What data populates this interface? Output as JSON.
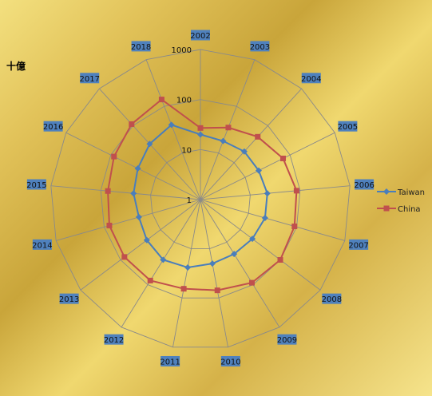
{
  "chart_data": {
    "type": "radar",
    "unit_label": "十億",
    "categories": [
      "2002",
      "2003",
      "2004",
      "2005",
      "2006",
      "2007",
      "2008",
      "2009",
      "2010",
      "2011",
      "2012",
      "2013",
      "2014",
      "2015",
      "2016",
      "2017",
      "2018"
    ],
    "radial_scale": "log",
    "radial_ticks": [
      1,
      10,
      100,
      1000
    ],
    "radial_tick_labels": [
      "1",
      "10",
      "100",
      "1000"
    ],
    "series": [
      {
        "name": "Taiwan",
        "color": "#4a7ebb",
        "marker": "diamond",
        "values": [
          20,
          18,
          20,
          20,
          22,
          22,
          20,
          19,
          20,
          24,
          26,
          22,
          19,
          22,
          25,
          32,
          40
        ]
      },
      {
        "name": "China",
        "color": "#c0504d",
        "marker": "square",
        "values": [
          27,
          35,
          50,
          70,
          85,
          90,
          100,
          90,
          70,
          65,
          80,
          80,
          78,
          72,
          85,
          110,
          140
        ]
      }
    ],
    "legend_position": "right"
  }
}
